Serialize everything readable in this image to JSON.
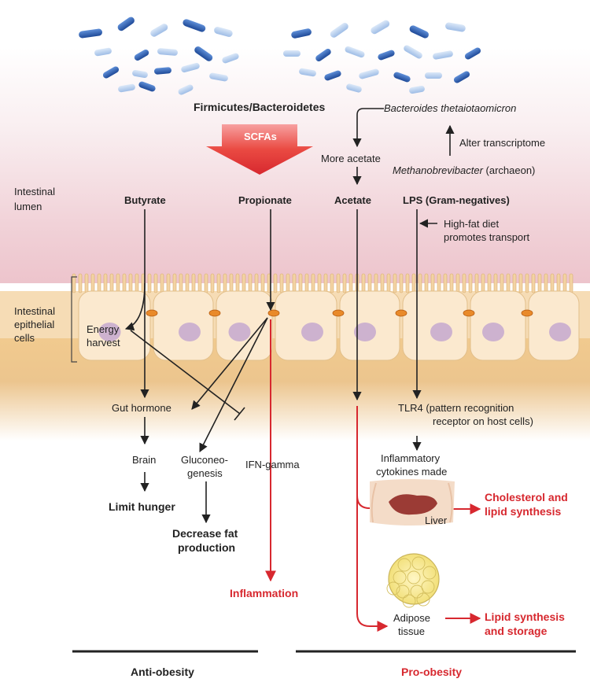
{
  "top": {
    "firmicutes": "Firmicutes/Bacteroidetes",
    "scfas": "SCFAs",
    "bacteroides": "Bacteroides thetaiotaomicron",
    "alter": "Alter transcriptome",
    "more_acetate": "More acetate",
    "methano_italic": "Methanobrevibacter",
    "methano_rest": " (archaeon)"
  },
  "regions": {
    "lumen_1": "Intestinal",
    "lumen_2": "lumen",
    "epi_1": "Intestinal",
    "epi_2": "epithelial",
    "epi_3": "cells"
  },
  "metabolites": {
    "butyrate": "Butyrate",
    "propionate": "Propionate",
    "acetate": "Acetate",
    "lps": "LPS (Gram-negatives)"
  },
  "labels": {
    "highfat_1": "High-fat diet",
    "highfat_2": "promotes transport",
    "energy_1": "Energy",
    "energy_2": "harvest",
    "gut_hormone": "Gut hormone",
    "tlr4_1": "TLR4 (pattern recognition",
    "tlr4_2": "receptor on host cells)",
    "brain": "Brain",
    "gluco_1": "Gluconeo-",
    "gluco_2": "genesis",
    "ifn": "IFN-gamma",
    "inflam_1": "Inflammatory",
    "inflam_2": "cytokines made",
    "limit": "Limit hunger",
    "decrease_1": "Decrease fat",
    "decrease_2": "production",
    "inflammation": "Inflammation",
    "liver": "Liver",
    "chol_1": "Cholesterol and",
    "chol_2": "lipid synthesis",
    "adipose_1": "Adipose",
    "adipose_2": "tissue",
    "lipid_1": "Lipid synthesis",
    "lipid_2": "and storage"
  },
  "footer": {
    "anti": "Anti-obesity",
    "pro": "Pro-obesity"
  },
  "colors": {
    "red": "#d7282f",
    "bacteria_dark": "#2f5fb0",
    "bacteria_light": "#a9c6ea"
  }
}
